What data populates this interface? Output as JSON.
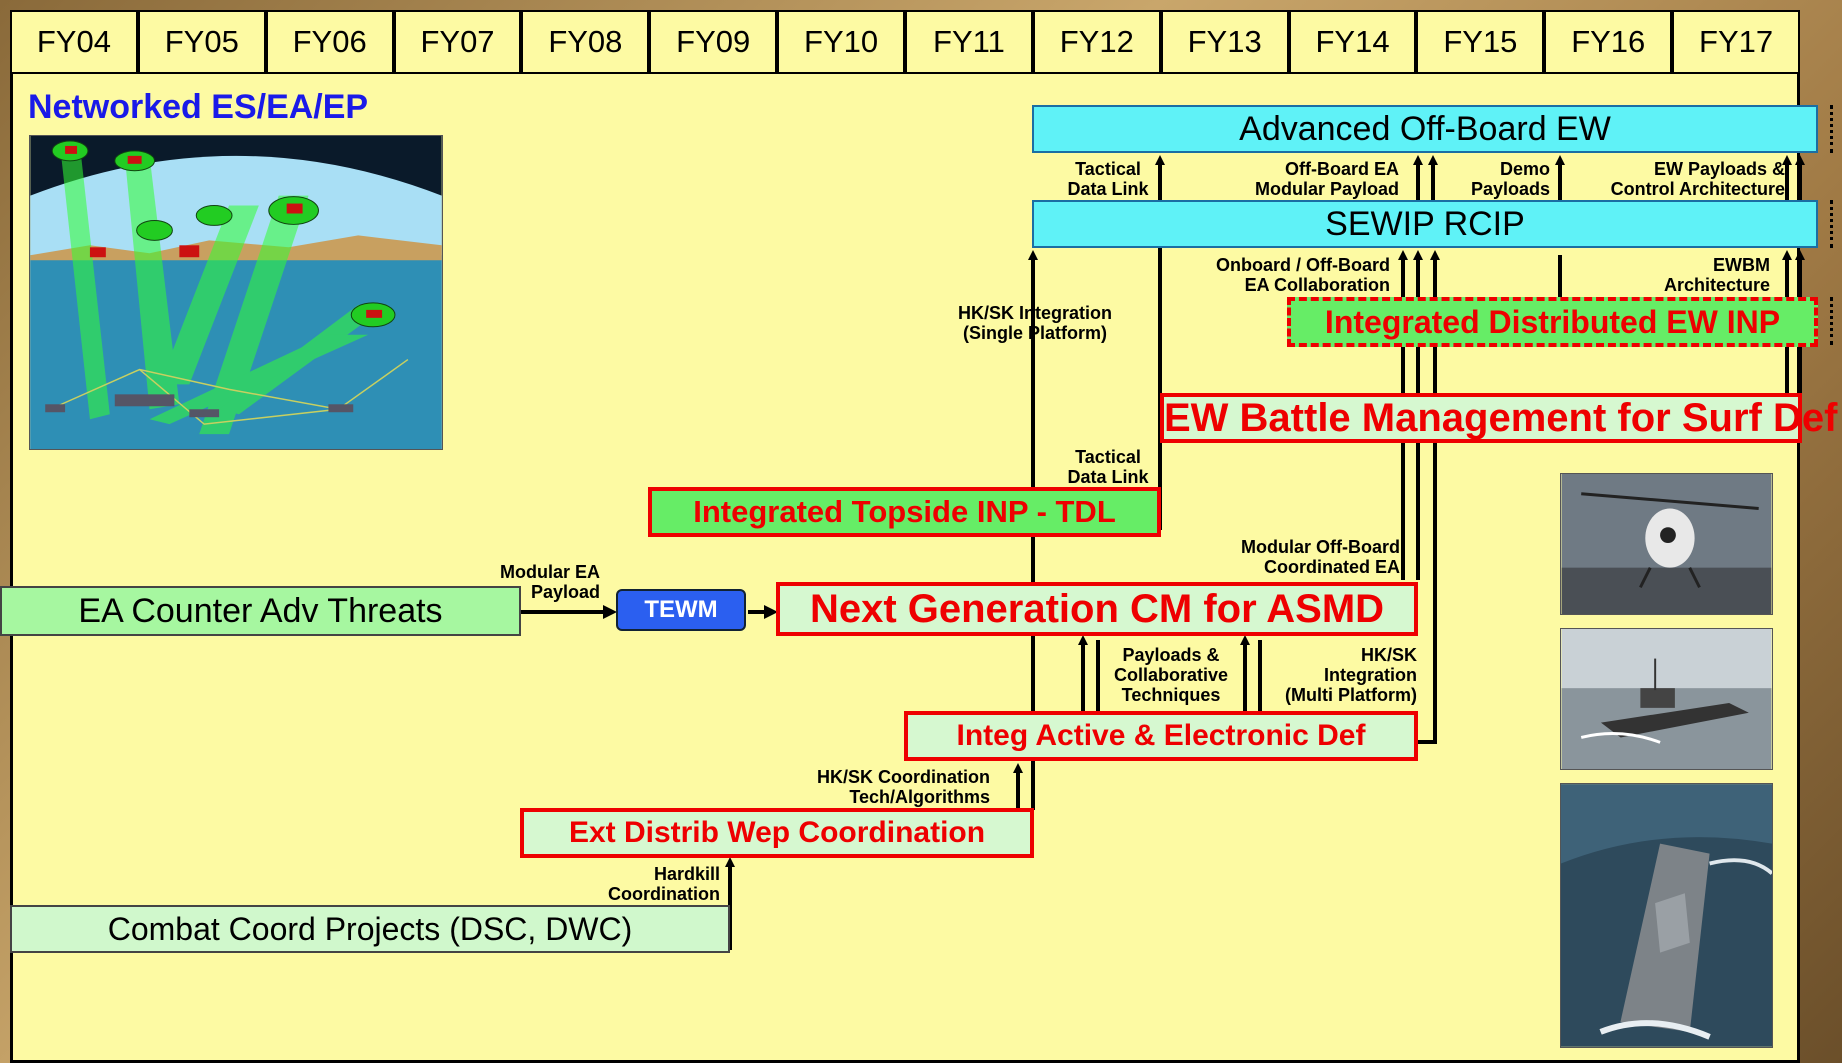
{
  "fiscal_years": [
    "FY04",
    "FY05",
    "FY06",
    "FY07",
    "FY08",
    "FY09",
    "FY10",
    "FY11",
    "FY12",
    "FY13",
    "FY14",
    "FY15",
    "FY16",
    "FY17"
  ],
  "networked_title": "Networked ES/EA/EP",
  "boxes": {
    "advanced_offboard": "Advanced Off-Board EW",
    "sewip_rcip": "SEWIP RCIP",
    "integrated_distributed": "Integrated Distributed EW INP",
    "ew_battle_mgmt": "EW Battle Management for Surf Def",
    "integrated_topside": "Integrated Topside INP - TDL",
    "ea_counter": "EA Counter Adv Threats",
    "tewm": "TEWM",
    "next_gen_cm": "Next Generation CM for ASMD",
    "integ_active": "Integ Active & Electronic Def",
    "ext_distrib": "Ext Distrib Wep Coordination",
    "combat_coord": "Combat Coord Projects (DSC, DWC)"
  },
  "labels": {
    "tactical_data_link_1a": "Tactical",
    "tactical_data_link_1b": "Data Link",
    "offboard_ea_a": "Off-Board EA",
    "offboard_ea_b": "Modular Payload",
    "demo_a": "Demo",
    "demo_b": "Payloads",
    "ew_payloads_a": "EW Payloads &",
    "ew_payloads_b": "Control Architecture",
    "onboard_a": "Onboard / Off-Board",
    "onboard_b": "EA Collaboration",
    "ewbm_a": "EWBM",
    "ewbm_b": "Architecture",
    "hksk_single_a": "HK/SK Integration",
    "hksk_single_b": "(Single Platform)",
    "tactical_data_link_2a": "Tactical",
    "tactical_data_link_2b": "Data Link",
    "modular_offboard_a": "Modular Off-Board",
    "modular_offboard_b": "Coordinated EA",
    "modular_ea_a": "Modular EA",
    "modular_ea_b": "Payload",
    "payloads_collab_a": "Payloads &",
    "payloads_collab_b": "Collaborative",
    "payloads_collab_c": "Techniques",
    "hksk_multi_a": "HK/SK",
    "hksk_multi_b": "Integration",
    "hksk_multi_c": "(Multi Platform)",
    "hksk_coord_a": "HK/SK Coordination",
    "hksk_coord_b": "Tech/Algorithms",
    "hardkill_a": "Hardkill",
    "hardkill_b": "Coordination"
  },
  "colors": {
    "panel_bg": "#fdfaa3",
    "cyan": "#5ff2f7",
    "red": "#ee0000",
    "green": "#66ed66",
    "blue_title": "#1a1ae8"
  }
}
